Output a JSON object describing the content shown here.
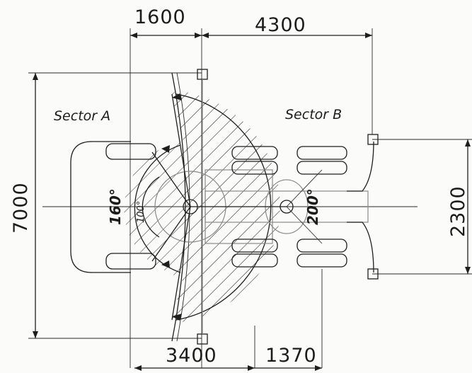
{
  "dimensions": {
    "top_left": "1600",
    "top_right": "4300",
    "left_height": "7000",
    "right_height": "2300",
    "bottom_left": "3400",
    "bottom_right": "1370"
  },
  "sectors": {
    "a_label": "Sector A",
    "b_label": "Sector B"
  },
  "angles": {
    "a_outer": "160°",
    "a_inner": "100°",
    "b": "200°"
  },
  "colors": {
    "ink": "#1e1e1e",
    "paper": "#fbfbf9",
    "hatch_grey": "#8a8a8a"
  }
}
